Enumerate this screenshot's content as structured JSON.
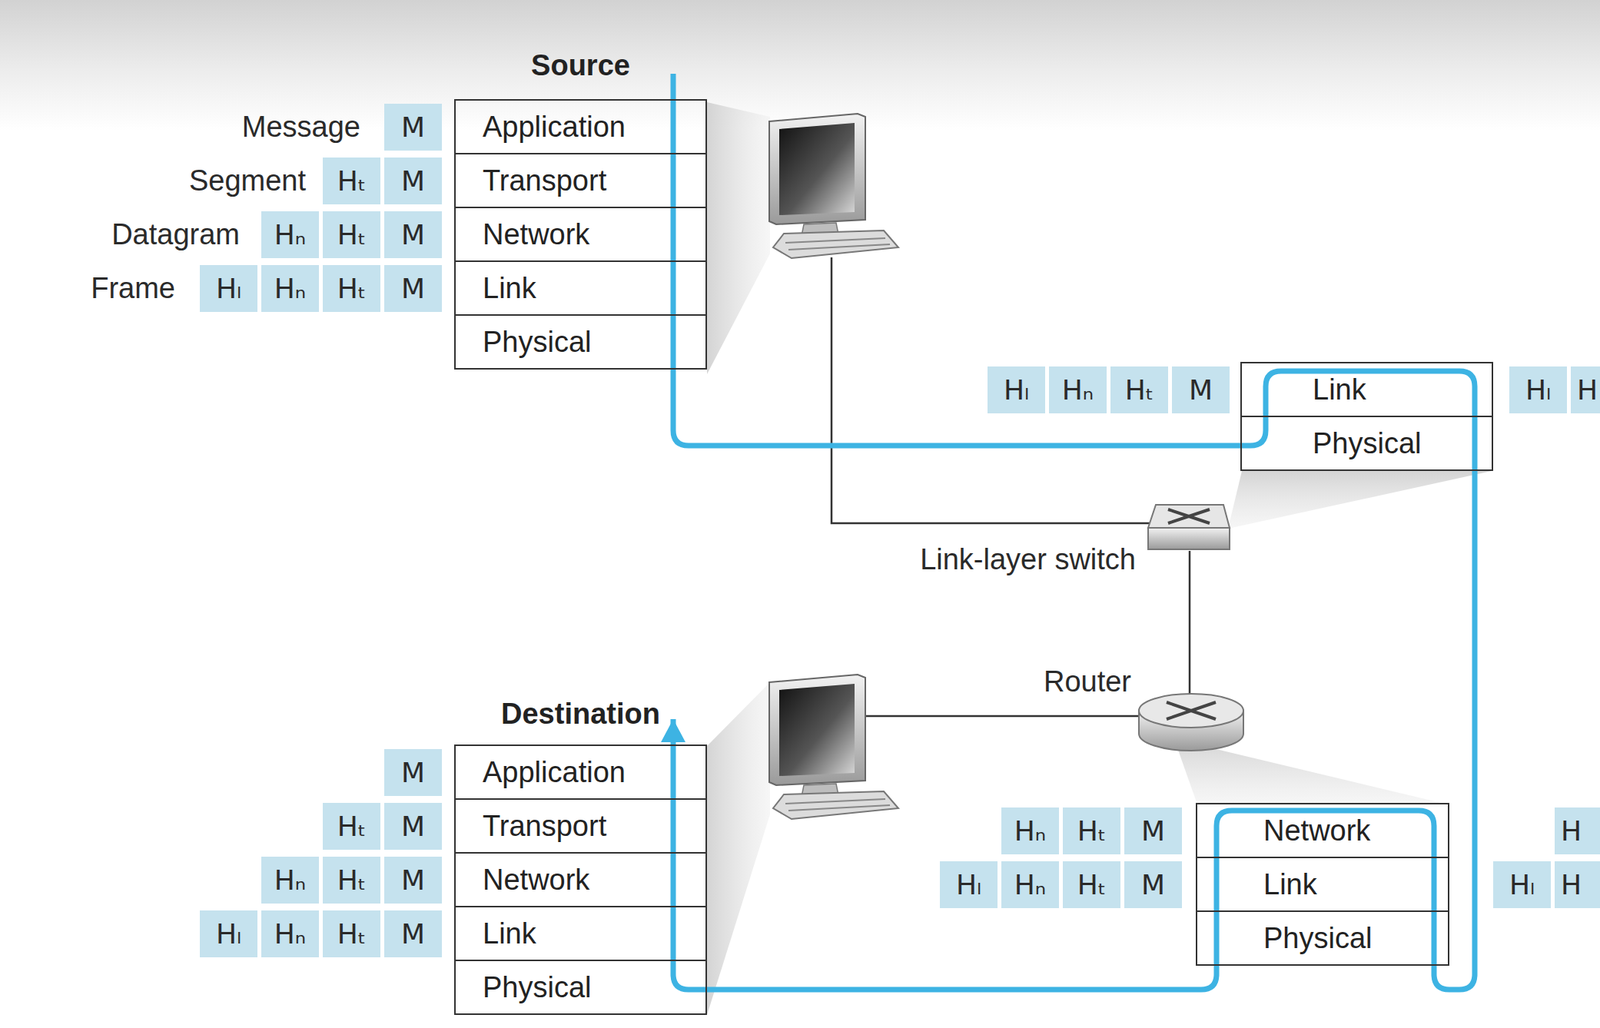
{
  "diagram": {
    "nodes": [
      {
        "text": [
          "Source"
        ]
      },
      {
        "text": [
          "Application"
        ],
        "in": 0
      },
      {
        "text": [
          "Transport"
        ],
        "in": 0
      },
      {
        "text": [
          "Network"
        ],
        "in": 0
      },
      {
        "text": [
          "Link"
        ],
        "in": 0
      },
      {
        "text": [
          "Physical"
        ],
        "in": 0
      },
      {
        "text": [
          "M"
        ]
      },
      {
        "text": [
          "Hₜ"
        ]
      },
      {
        "text": [
          "M"
        ]
      },
      {
        "text": [
          "Hₙ"
        ]
      },
      {
        "text": [
          "Hₜ"
        ]
      },
      {
        "text": [
          "M"
        ]
      },
      {
        "text": [
          "Hₗ"
        ]
      },
      {
        "text": [
          "Hₙ"
        ]
      },
      {
        "text": [
          "Hₜ"
        ]
      },
      {
        "text": [
          "M"
        ]
      },
      {
        "text": [
          "Link"
        ]
      },
      {
        "text": [
          "Physical"
        ]
      },
      {
        "text": [
          "Hₗ"
        ]
      },
      {
        "text": [
          "Hₙ"
        ]
      },
      {
        "text": [
          "Hₜ"
        ]
      },
      {
        "text": [
          "M"
        ]
      },
      {
        "text": [
          "Hₗ"
        ]
      },
      {
        "text": [
          "H"
        ]
      },
      {
        "text": [
          "Network"
        ]
      },
      {
        "text": [
          "Link"
        ]
      },
      {
        "text": [
          "Physical"
        ]
      },
      {
        "text": [
          "Hₙ"
        ]
      },
      {
        "text": [
          "Hₜ"
        ]
      },
      {
        "text": [
          "M"
        ]
      },
      {
        "text": [
          "Hₗ"
        ]
      },
      {
        "text": [
          "Hₙ"
        ]
      },
      {
        "text": [
          "Hₜ"
        ]
      },
      {
        "text": [
          "M"
        ]
      },
      {
        "text": [
          "H"
        ]
      },
      {
        "text": [
          "Hₗ"
        ]
      },
      {
        "text": [
          "H"
        ]
      },
      {
        "text": [
          "Destination"
        ]
      },
      {
        "text": [
          "Application"
        ],
        "in": 37
      },
      {
        "text": [
          "Transport"
        ],
        "in": 37
      },
      {
        "text": [
          "Network"
        ],
        "in": 37
      },
      {
        "text": [
          "Link"
        ],
        "in": 37
      },
      {
        "text": [
          "Physical"
        ],
        "in": 37
      },
      {
        "text": [
          "M"
        ]
      },
      {
        "text": [
          "Hₜ"
        ]
      },
      {
        "text": [
          "M"
        ]
      },
      {
        "text": [
          "Hₙ"
        ]
      },
      {
        "text": [
          "Hₜ"
        ]
      },
      {
        "text": [
          "M"
        ]
      },
      {
        "text": [
          "Hₗ"
        ]
      },
      {
        "text": [
          "Hₙ"
        ]
      },
      {
        "text": [
          "Hₜ"
        ]
      },
      {
        "text": [
          "M"
        ]
      }
    ],
    "edges": [
      {
        "from": 0,
        "to": 16,
        "arrow": "none"
      },
      {
        "from": 16,
        "to": 24,
        "arrow": "none"
      },
      {
        "from": 24,
        "to": 37,
        "arrow": "to"
      }
    ],
    "labels": [
      "Message",
      "Segment",
      "Datagram",
      "Frame",
      "Link-layer switch",
      "Router"
    ]
  }
}
